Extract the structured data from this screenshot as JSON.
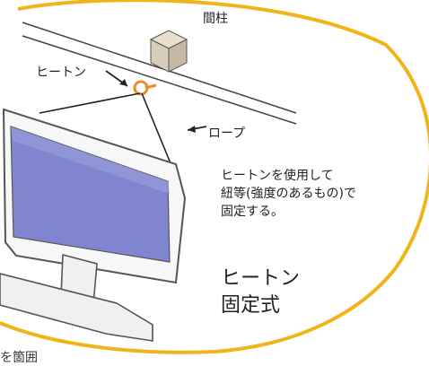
{
  "labels": {
    "pillar": "間柱",
    "eyebolt": "ヒートン",
    "rope": "ロープ"
  },
  "description": {
    "line1": "ヒートンを使用して",
    "line2": "紐等(強度のあるもの)で",
    "line3": "固定する。"
  },
  "title": {
    "line1": "ヒートン",
    "line2": "固定式"
  },
  "footer_partial": "を箇囲",
  "colors": {
    "ellipse_border": "#f0b419",
    "screen": "#7f86cf",
    "line": "#333333",
    "eyebolt": "#e98a2c"
  }
}
